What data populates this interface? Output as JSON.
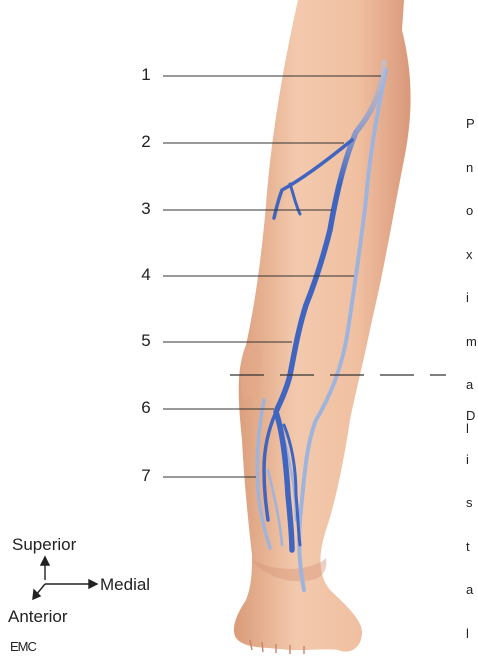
{
  "labels": [
    "1",
    "2",
    "3",
    "4",
    "5",
    "6",
    "7"
  ],
  "side_text_upper": [
    "P",
    "n",
    "o",
    "x",
    "i",
    "m",
    "a",
    "l"
  ],
  "side_text_lower": [
    "D",
    "i",
    "s",
    "t",
    "a",
    "l"
  ],
  "orientation": {
    "superior": "Superior",
    "medial": "Medial",
    "anterior": "Anterior"
  },
  "credit": "EMC",
  "colors": {
    "skin": "#f2c3a4",
    "skin_shadow": "#dc9f7d",
    "vein_great": "#3f65c0",
    "vein_deep": "#9fb4dc",
    "leader": "#333333"
  }
}
